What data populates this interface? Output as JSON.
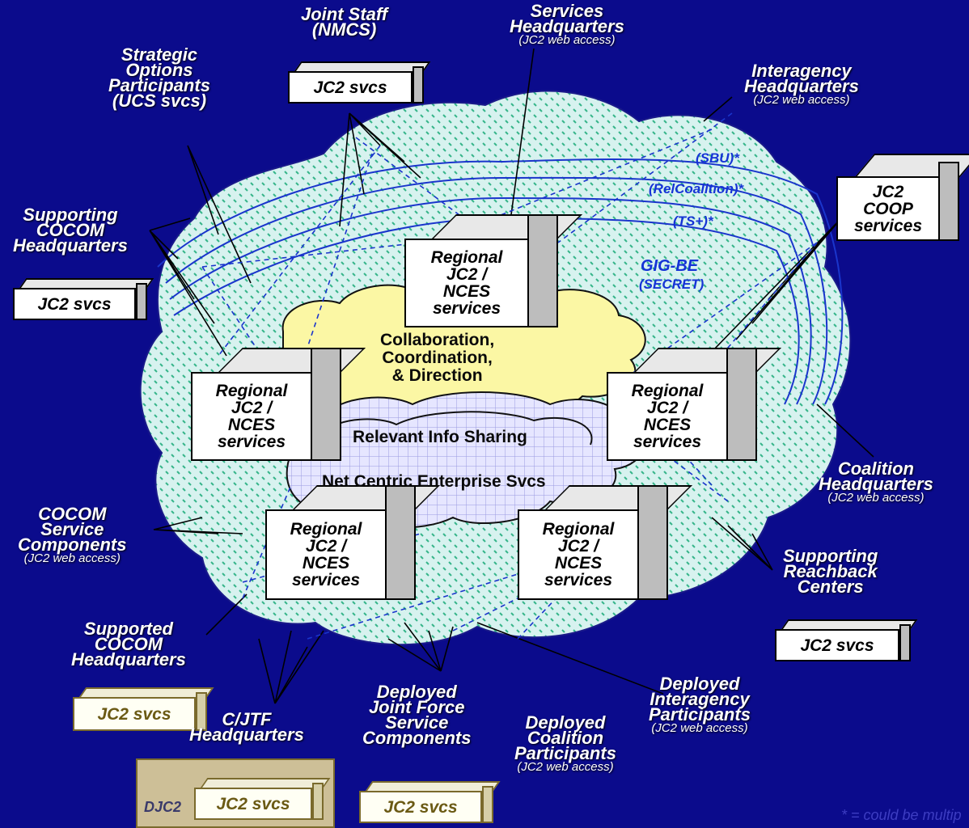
{
  "network_labels": {
    "sbu": "(SBU)*",
    "relcoalition": "(RelCoalition)*",
    "ts": "(TS+)*",
    "gig_be": "GIG-BE",
    "secret": "(SECRET)"
  },
  "cloud_text": {
    "collaboration": [
      "Collaboration,",
      "Coordination,",
      "& Direction"
    ],
    "info_sharing": "Relevant Info Sharing",
    "enterprise": "Net Centric Enterprise Svcs"
  },
  "regional_box_lines": [
    "Regional",
    "JC2 /",
    "NCES",
    "services"
  ],
  "coop_box_lines": [
    "JC2",
    "COOP",
    "services"
  ],
  "svc_box": "JC2 svcs",
  "djc2": "DJC2",
  "labels": {
    "joint_staff": [
      "Joint Staff",
      "(NMCS)"
    ],
    "services_hq": [
      "Services",
      "Headquarters"
    ],
    "services_hq_sub": "(JC2 web access)",
    "interagency_hq": [
      "Interagency",
      "Headquarters"
    ],
    "interagency_hq_sub": "(JC2 web access)",
    "strategic": [
      "Strategic",
      "Options",
      "Participants",
      "(UCS svcs)"
    ],
    "supporting_cocom": [
      "Supporting",
      "COCOM",
      "Headquarters"
    ],
    "coalition_hq": [
      "Coalition",
      "Headquarters"
    ],
    "coalition_hq_sub": "(JC2 web access)",
    "cocom_components": [
      "COCOM",
      "Service",
      "Components"
    ],
    "cocom_components_sub": "(JC2 web access)",
    "reachback": [
      "Supporting",
      "Reachback",
      "Centers"
    ],
    "supported_cocom": [
      "Supported",
      "COCOM",
      "Headquarters"
    ],
    "cjtf": [
      "C/JTF",
      "Headquarters"
    ],
    "deployed_jf": [
      "Deployed",
      "Joint Force",
      "Service",
      "Components"
    ],
    "deployed_coalition": [
      "Deployed",
      "Coalition",
      "Participants"
    ],
    "deployed_coalition_sub": "(JC2 web access)",
    "deployed_interagency": [
      "Deployed",
      "Interagency",
      "Participants"
    ],
    "deployed_interagency_sub": "(JC2 web access)"
  },
  "footnote": "* = could be multip",
  "colors": {
    "background": "#0b0b8c",
    "gig_cloud": "#d7f2ef",
    "gig_dots": "#36b58a",
    "core_cloud": "#fbf7a4",
    "grid_cloud": "#dcdcff",
    "network_line": "#1a35cc"
  }
}
